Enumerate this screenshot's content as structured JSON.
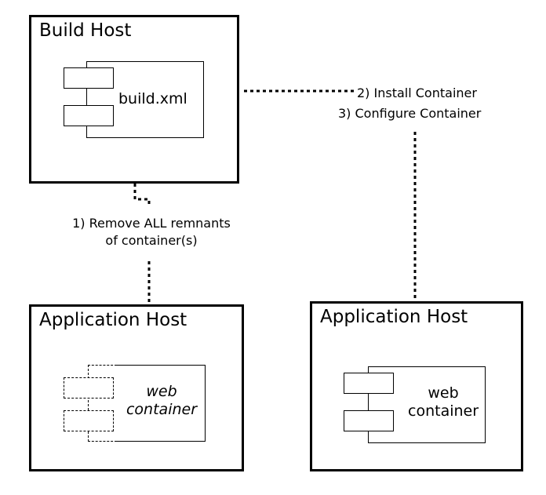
{
  "build_host": {
    "title": "Build Host",
    "component": "build.xml"
  },
  "app_host_left": {
    "title": "Application Host",
    "component_line1": "web",
    "component_line2": "container"
  },
  "app_host_right": {
    "title": "Application Host",
    "component_line1": "web",
    "component_line2": "container"
  },
  "steps": {
    "step1_line1": "1) Remove ALL remnants",
    "step1_line2": "of container(s)",
    "step2": "2) Install Container",
    "step3": "3) Configure Container"
  },
  "colors": {
    "line": "#000000",
    "background": "#ffffff"
  }
}
